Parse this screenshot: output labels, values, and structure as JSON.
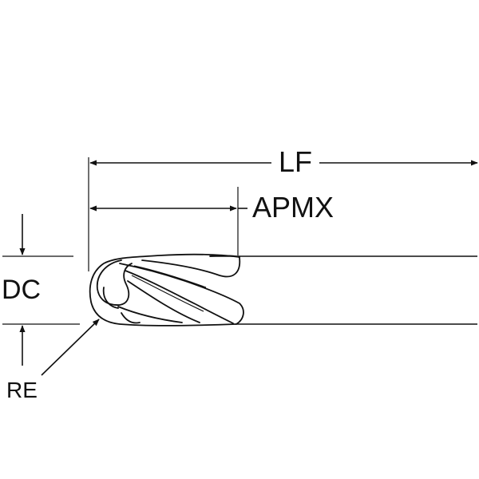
{
  "labels": {
    "lf": "LF",
    "apmx": "APMX",
    "dc": "DC",
    "re": "RE"
  },
  "colors": {
    "ink": "#111111",
    "background": "#ffffff"
  }
}
